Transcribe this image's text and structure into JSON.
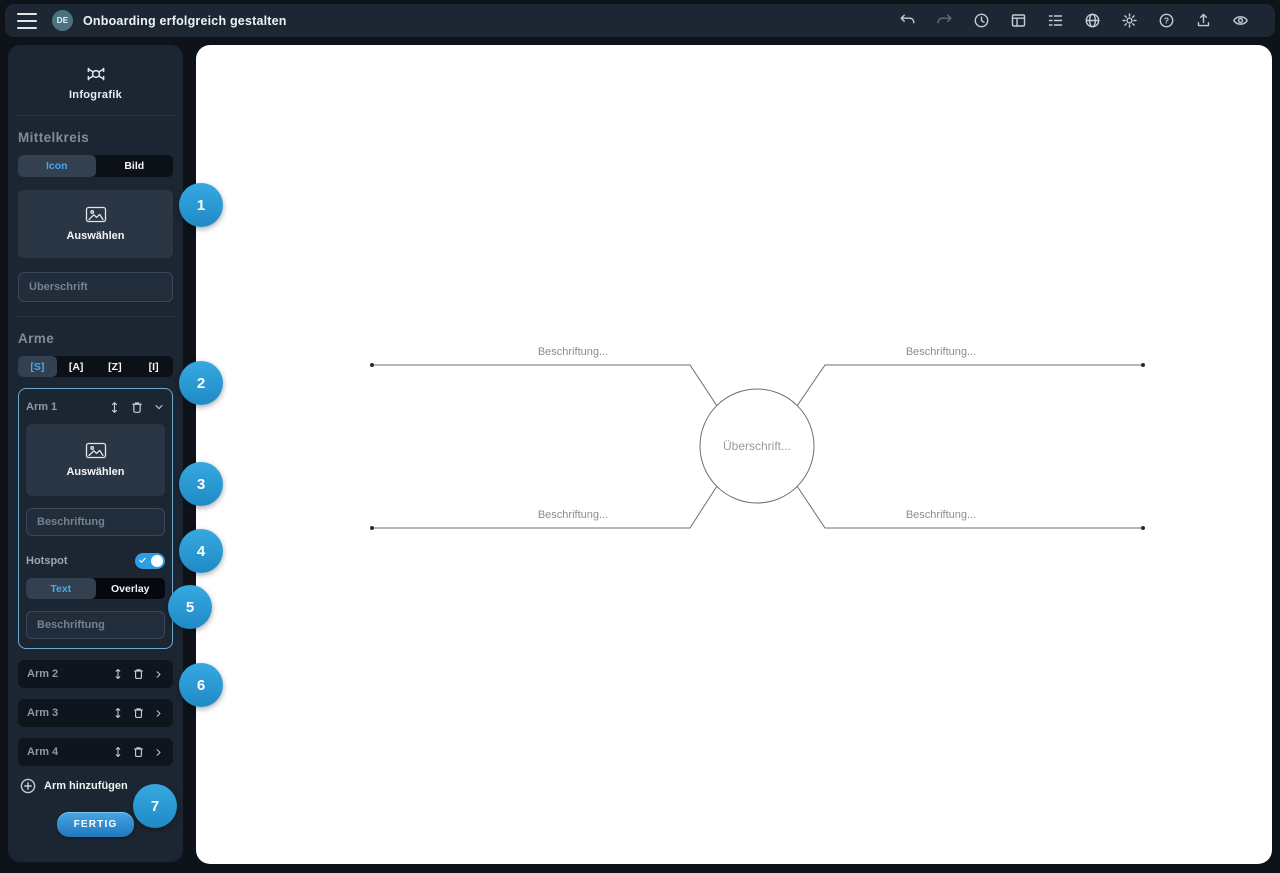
{
  "topbar": {
    "doc_badge": "DE",
    "title": "Onboarding erfolgreich gestalten",
    "action_icons": [
      "undo",
      "redo",
      "history",
      "layout",
      "list",
      "globe",
      "settings",
      "help",
      "upload",
      "preview"
    ]
  },
  "sidebar": {
    "tool": {
      "icon": "infographic-icon",
      "label": "Infografik"
    },
    "mittelkreis": {
      "heading": "Mittelkreis",
      "mode_tabs": [
        {
          "label": "Icon",
          "active": true
        },
        {
          "label": "Bild",
          "active": false
        }
      ],
      "select_button": "Auswählen",
      "title_placeholder": "Überschrift"
    },
    "arme": {
      "heading": "Arme",
      "shape_tabs": [
        {
          "label": "[S]",
          "active": true
        },
        {
          "label": "[A]",
          "active": false
        },
        {
          "label": "[Z]",
          "active": false
        },
        {
          "label": "[I]",
          "active": false
        }
      ],
      "expanded_arm": {
        "title": "Arm 1",
        "select_button": "Auswählen",
        "label_placeholder": "Beschriftung",
        "hotspot_label": "Hotspot",
        "hotspot_enabled": true,
        "hotspot_tabs": [
          {
            "label": "Text",
            "active": true
          },
          {
            "label": "Overlay",
            "active": false
          }
        ],
        "hotspot_placeholder": "Beschriftung"
      },
      "collapsed_arms": [
        "Arm 2",
        "Arm 3",
        "Arm 4"
      ],
      "add_arm_label": "Arm hinzufügen"
    },
    "done_button": "FERTIG"
  },
  "onboarding_steps": [
    "1",
    "2",
    "3",
    "4",
    "5",
    "6",
    "7"
  ],
  "canvas": {
    "center_label": "Überschrift...",
    "arm_labels": {
      "top_left": "Beschriftung...",
      "top_right": "Beschriftung...",
      "bottom_left": "Beschriftung...",
      "bottom_right": "Beschriftung..."
    }
  },
  "colors": {
    "accent_blue": "#4ba7ea",
    "badge_blue": "#2596d1",
    "toggle_blue": "#2f9de3",
    "panel_bg": "#1c2633",
    "page_bg": "#0d1319",
    "canvas_bg": "#ffffff"
  }
}
